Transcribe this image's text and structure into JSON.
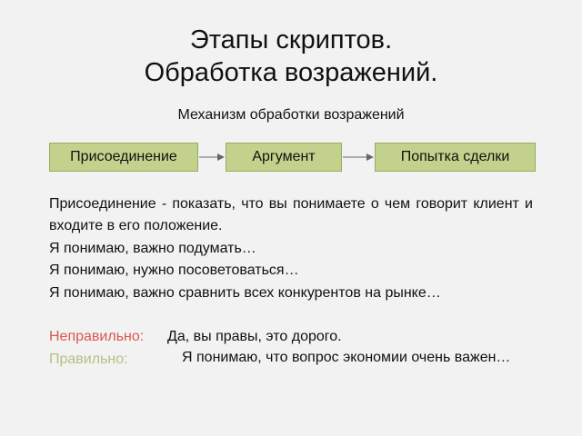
{
  "slide": {
    "title_line1": "Этапы скриптов.",
    "title_line2": "Обработка возражений.",
    "subtitle": "Механизм обработки возражений"
  },
  "flow": {
    "steps": [
      "Присоединение",
      "Аргумент",
      "Попытка сделки"
    ],
    "box_color": "#c2d18b"
  },
  "body": {
    "paragraph": "Присоединение - показать, что вы понимаете о чем говорит клиент и входите в его положение.",
    "lines": [
      "Я понимаю, важно подумать…",
      "Я понимаю, нужно посоветоваться…",
      "Я понимаю, важно сравнить всех конкурентов на рынке…"
    ]
  },
  "examples": {
    "wrong_label": "Неправильно:",
    "wrong_text": "Да, вы правы, это дорого.",
    "right_label": "Правильно:",
    "right_text": "Я понимаю, что вопрос экономии очень важен…",
    "wrong_color": "#d9584e",
    "right_color": "#b3c186"
  }
}
